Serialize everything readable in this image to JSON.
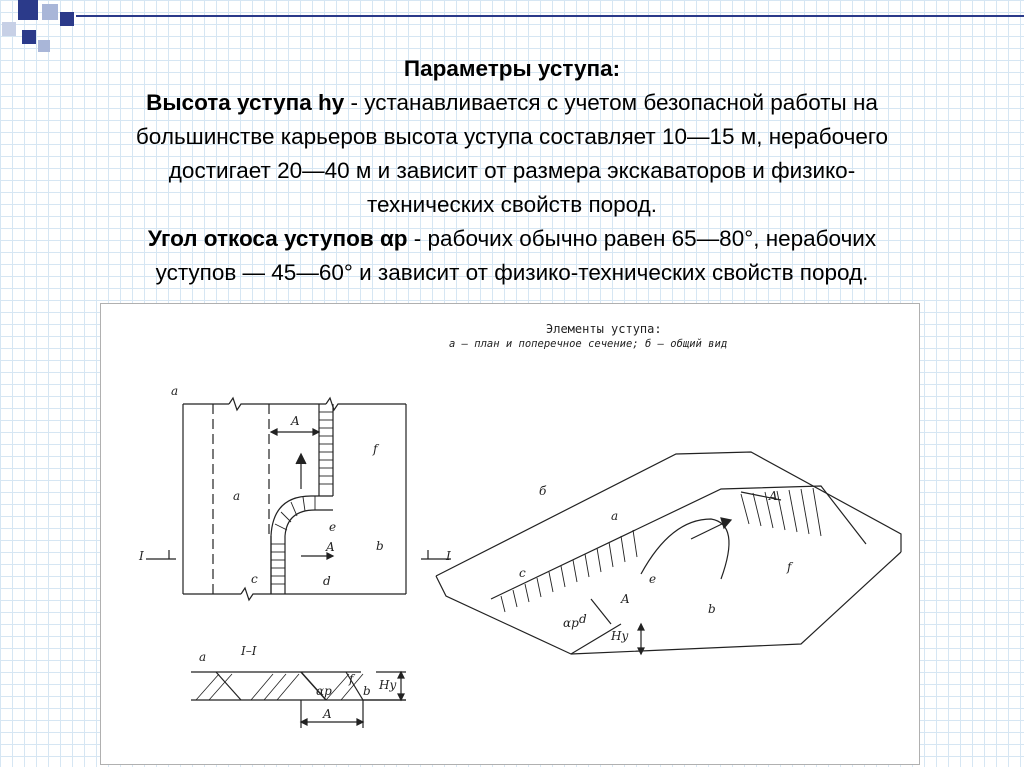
{
  "slide": {
    "heading": "Параметры уступа:",
    "height_term": "Высота уступа hу",
    "height_text_1": " - устанавливается с учетом безопасной работы на",
    "height_text_2": "большинстве карьеров высота уступа составляет 10—15 м, нерабочего",
    "height_text_3": "достигает 20—40 м  и зависит от размера экскаваторов и физико-",
    "height_text_4": "технических свойств пород.",
    "angle_term": "Угол откоса уступов αр",
    "angle_text_1": " - рабочих  обычно равен 65—80°, нерабочих",
    "angle_text_2": "уступов — 45—60° и зависит от физико-технических свойств пород."
  },
  "figure": {
    "title": "Элементы уступа:",
    "subtitle": "а — план и поперечное сечение; б — общий вид",
    "labels": {
      "panel_a": "а",
      "panel_b": "б",
      "section": "I–I",
      "mark_I_left": "I",
      "mark_I_right": "I",
      "A": "A",
      "a": "a",
      "b": "b",
      "c": "c",
      "d": "d",
      "e": "e",
      "f": "f",
      "Hy": "Hy",
      "alpha_p": "αp"
    }
  },
  "colors": {
    "accent_dark": "#2b3a8a",
    "accent_light": "#a9b6d8",
    "grid": "#d6e6f3"
  }
}
